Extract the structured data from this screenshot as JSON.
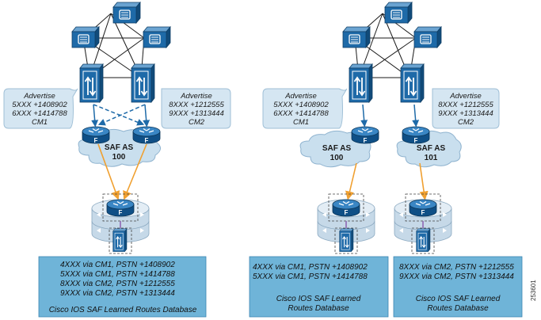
{
  "left": {
    "callout_left": [
      "Advertise",
      "5XXX +1408902",
      "6XXX +1414788",
      "CM1"
    ],
    "callout_right": [
      "Advertise",
      "8XXX +1212555",
      "9XXX +1313444",
      "CM2"
    ],
    "saf_as": [
      "SAF AS",
      "100"
    ],
    "router_letter": "F",
    "db_lines": [
      "4XXX via CM1,   PSTN +1408902",
      "5XXX via CM1,   PSTN +1414788",
      "8XXX via CM2,   PSTN +1212555",
      "9XXX via CM2,   PSTN +1313444"
    ],
    "db_title": "Cisco IOS SAF Learned Routes Database"
  },
  "right": {
    "callout_left": [
      "Advertise",
      "5XXX +1408902",
      "6XXX +1414788",
      "CM1"
    ],
    "callout_right": [
      "Advertise",
      "8XXX +1212555",
      "9XXX +1313444",
      "CM2"
    ],
    "saf_as_1": [
      "SAF AS",
      "100"
    ],
    "saf_as_2": [
      "SAF AS",
      "101"
    ],
    "router_letter": "F",
    "db1_lines": [
      "4XXX via CM1,   PSTN +1408902",
      "5XXX via CM1,   PSTN +1414788"
    ],
    "db1_title": [
      "Cisco IOS SAF Learned",
      "Routes Database"
    ],
    "db2_lines": [
      "8XXX via CM2,   PSTN +1212555",
      "9XXX via CM2,   PSTN +1313444"
    ],
    "db2_title": [
      "Cisco IOS SAF Learned",
      "Routes Database"
    ]
  },
  "figure_number": "253601",
  "colors": {
    "device": "#1e6aa8",
    "cloud": "#c9dfee",
    "db_box": "#6fb4d8",
    "arrow": "#f0a030"
  }
}
